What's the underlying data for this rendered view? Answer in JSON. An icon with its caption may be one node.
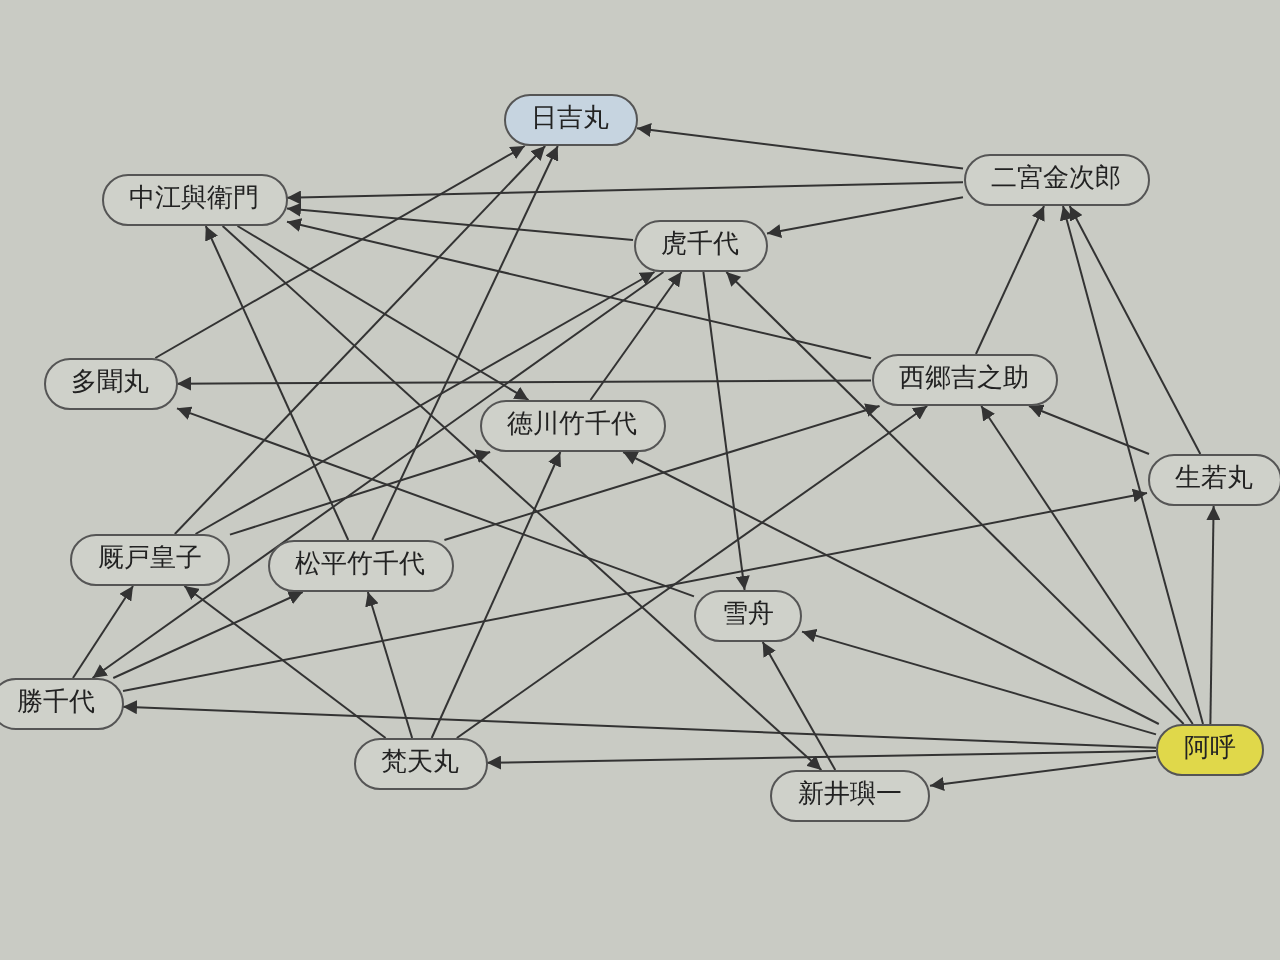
{
  "diagram": {
    "nodes": [
      {
        "text": [
          "日吉丸"
        ]
      },
      {
        "text": [
          "中江與衛門"
        ]
      },
      {
        "text": [
          "二宮金次郎"
        ]
      },
      {
        "text": [
          "虎千代"
        ]
      },
      {
        "text": [
          "多聞丸"
        ]
      },
      {
        "text": [
          "西郷吉之助"
        ]
      },
      {
        "text": [
          "徳川竹千代"
        ]
      },
      {
        "text": [
          "生若丸"
        ]
      },
      {
        "text": [
          "厩戸皇子"
        ]
      },
      {
        "text": [
          "松平竹千代"
        ]
      },
      {
        "text": [
          "雪舟"
        ]
      },
      {
        "text": [
          "勝千代"
        ]
      },
      {
        "text": [
          "梵天丸"
        ]
      },
      {
        "text": [
          "新井璵一"
        ]
      },
      {
        "text": [
          "阿呼"
        ]
      }
    ],
    "edges": [
      {
        "from": 2,
        "to": 0,
        "arrow": "to"
      },
      {
        "from": 4,
        "to": 0,
        "arrow": "to"
      },
      {
        "from": 9,
        "to": 0,
        "arrow": "to"
      },
      {
        "from": 8,
        "to": 0,
        "arrow": "to"
      },
      {
        "from": 9,
        "to": 1,
        "arrow": "to"
      },
      {
        "from": 3,
        "to": 1,
        "arrow": "to"
      },
      {
        "from": 2,
        "to": 1,
        "arrow": "to"
      },
      {
        "from": 5,
        "to": 1,
        "arrow": "to"
      },
      {
        "from": 2,
        "to": 3,
        "arrow": "to"
      },
      {
        "from": 7,
        "to": 2,
        "arrow": "to"
      },
      {
        "from": 14,
        "to": 2,
        "arrow": "to"
      },
      {
        "from": 5,
        "to": 2,
        "arrow": "to"
      },
      {
        "from": 6,
        "to": 3,
        "arrow": "to"
      },
      {
        "from": 12,
        "to": 5,
        "arrow": "to"
      },
      {
        "from": 14,
        "to": 3,
        "arrow": "to"
      },
      {
        "from": 8,
        "to": 3,
        "arrow": "to"
      },
      {
        "from": 10,
        "to": 4,
        "arrow": "to"
      },
      {
        "from": 5,
        "to": 4,
        "arrow": "to"
      },
      {
        "from": 7,
        "to": 5,
        "arrow": "to"
      },
      {
        "from": 14,
        "to": 5,
        "arrow": "to"
      },
      {
        "from": 9,
        "to": 5,
        "arrow": "to"
      },
      {
        "from": 12,
        "to": 6,
        "arrow": "to"
      },
      {
        "from": 14,
        "to": 6,
        "arrow": "to"
      },
      {
        "from": 8,
        "to": 6,
        "arrow": "to"
      },
      {
        "from": 1,
        "to": 6,
        "arrow": "to"
      },
      {
        "from": 14,
        "to": 7,
        "arrow": "to"
      },
      {
        "from": 11,
        "to": 7,
        "arrow": "to"
      },
      {
        "from": 11,
        "to": 8,
        "arrow": "to"
      },
      {
        "from": 12,
        "to": 8,
        "arrow": "to"
      },
      {
        "from": 12,
        "to": 9,
        "arrow": "to"
      },
      {
        "from": 11,
        "to": 9,
        "arrow": "to"
      },
      {
        "from": 3,
        "to": 10,
        "arrow": "to"
      },
      {
        "from": 14,
        "to": 10,
        "arrow": "to"
      },
      {
        "from": 13,
        "to": 10,
        "arrow": "to"
      },
      {
        "from": 14,
        "to": 11,
        "arrow": "to"
      },
      {
        "from": 3,
        "to": 11,
        "arrow": "to"
      },
      {
        "from": 14,
        "to": 12,
        "arrow": "to"
      },
      {
        "from": 14,
        "to": 13,
        "arrow": "to"
      },
      {
        "from": 1,
        "to": 13,
        "arrow": "to"
      }
    ]
  }
}
